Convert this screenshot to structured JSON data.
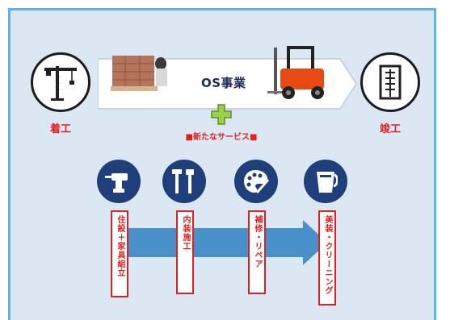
{
  "process": {
    "label": "OS事業"
  },
  "start": {
    "label": "着工",
    "icon": "crane-icon"
  },
  "end": {
    "label": "竣工",
    "icon": "building-icon"
  },
  "new_services": {
    "label": "■新たなサービス■",
    "icon": "plus-icon"
  },
  "services": [
    {
      "label": "住設＋家具組立",
      "icon": "drill-icon"
    },
    {
      "label": "内装施工",
      "icon": "tools-icon"
    },
    {
      "label": "補修・リペア",
      "icon": "palette-icon"
    },
    {
      "label": "美装・クリーニング",
      "icon": "bucket-icon"
    }
  ],
  "colors": {
    "accent_red": "#e02020",
    "navy": "#1e3f7a",
    "panel_bg": "#dbe7f2",
    "border_blue": "#5fb3e6",
    "flow_blue": "#4a90c8"
  }
}
